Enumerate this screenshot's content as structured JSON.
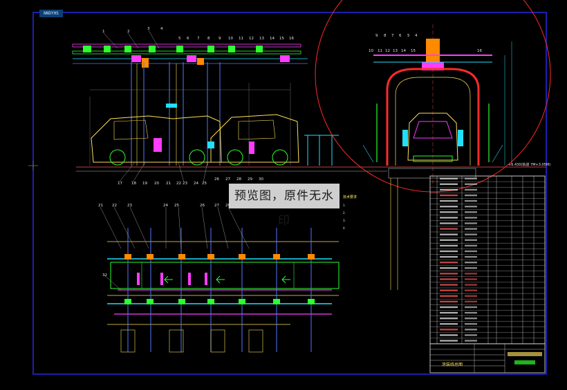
{
  "drawing": {
    "corner_tag": "NNDYHS",
    "watermark": "预览图，原件无水印",
    "sheet_title": "涂装线总图",
    "dimension_note": "+5.430(轨道 7M+3.05M)",
    "notes_title": "技术要求",
    "notes_lines": [
      "1.",
      "2.",
      "3.",
      "4."
    ],
    "side_view_callouts": [
      "1",
      "2",
      "3",
      "4",
      "5",
      "6",
      "7",
      "8",
      "9",
      "10",
      "11",
      "12",
      "13",
      "14",
      "15",
      "16",
      "17",
      "18",
      "19",
      "20",
      "21",
      "22",
      "23",
      "24",
      "25",
      "26",
      "27",
      "28",
      "29",
      "30"
    ],
    "plan_view_callouts": [
      "21",
      "22",
      "23",
      "24",
      "25",
      "26",
      "27",
      "28",
      "32"
    ],
    "front_view_callouts": [
      "9",
      "8",
      "7",
      "6",
      "5",
      "4",
      "10",
      "11",
      "12",
      "13",
      "14",
      "15",
      "16"
    ]
  },
  "colors": {
    "background": "#000000",
    "frame": "#2a2aff",
    "title_block": "#e6e6e6",
    "circle": "#ff2a2a",
    "accent_yellow": "#ffe15a",
    "accent_cyan": "#21e0ff",
    "accent_green": "#2cff2c",
    "accent_magenta": "#ff3cff"
  }
}
